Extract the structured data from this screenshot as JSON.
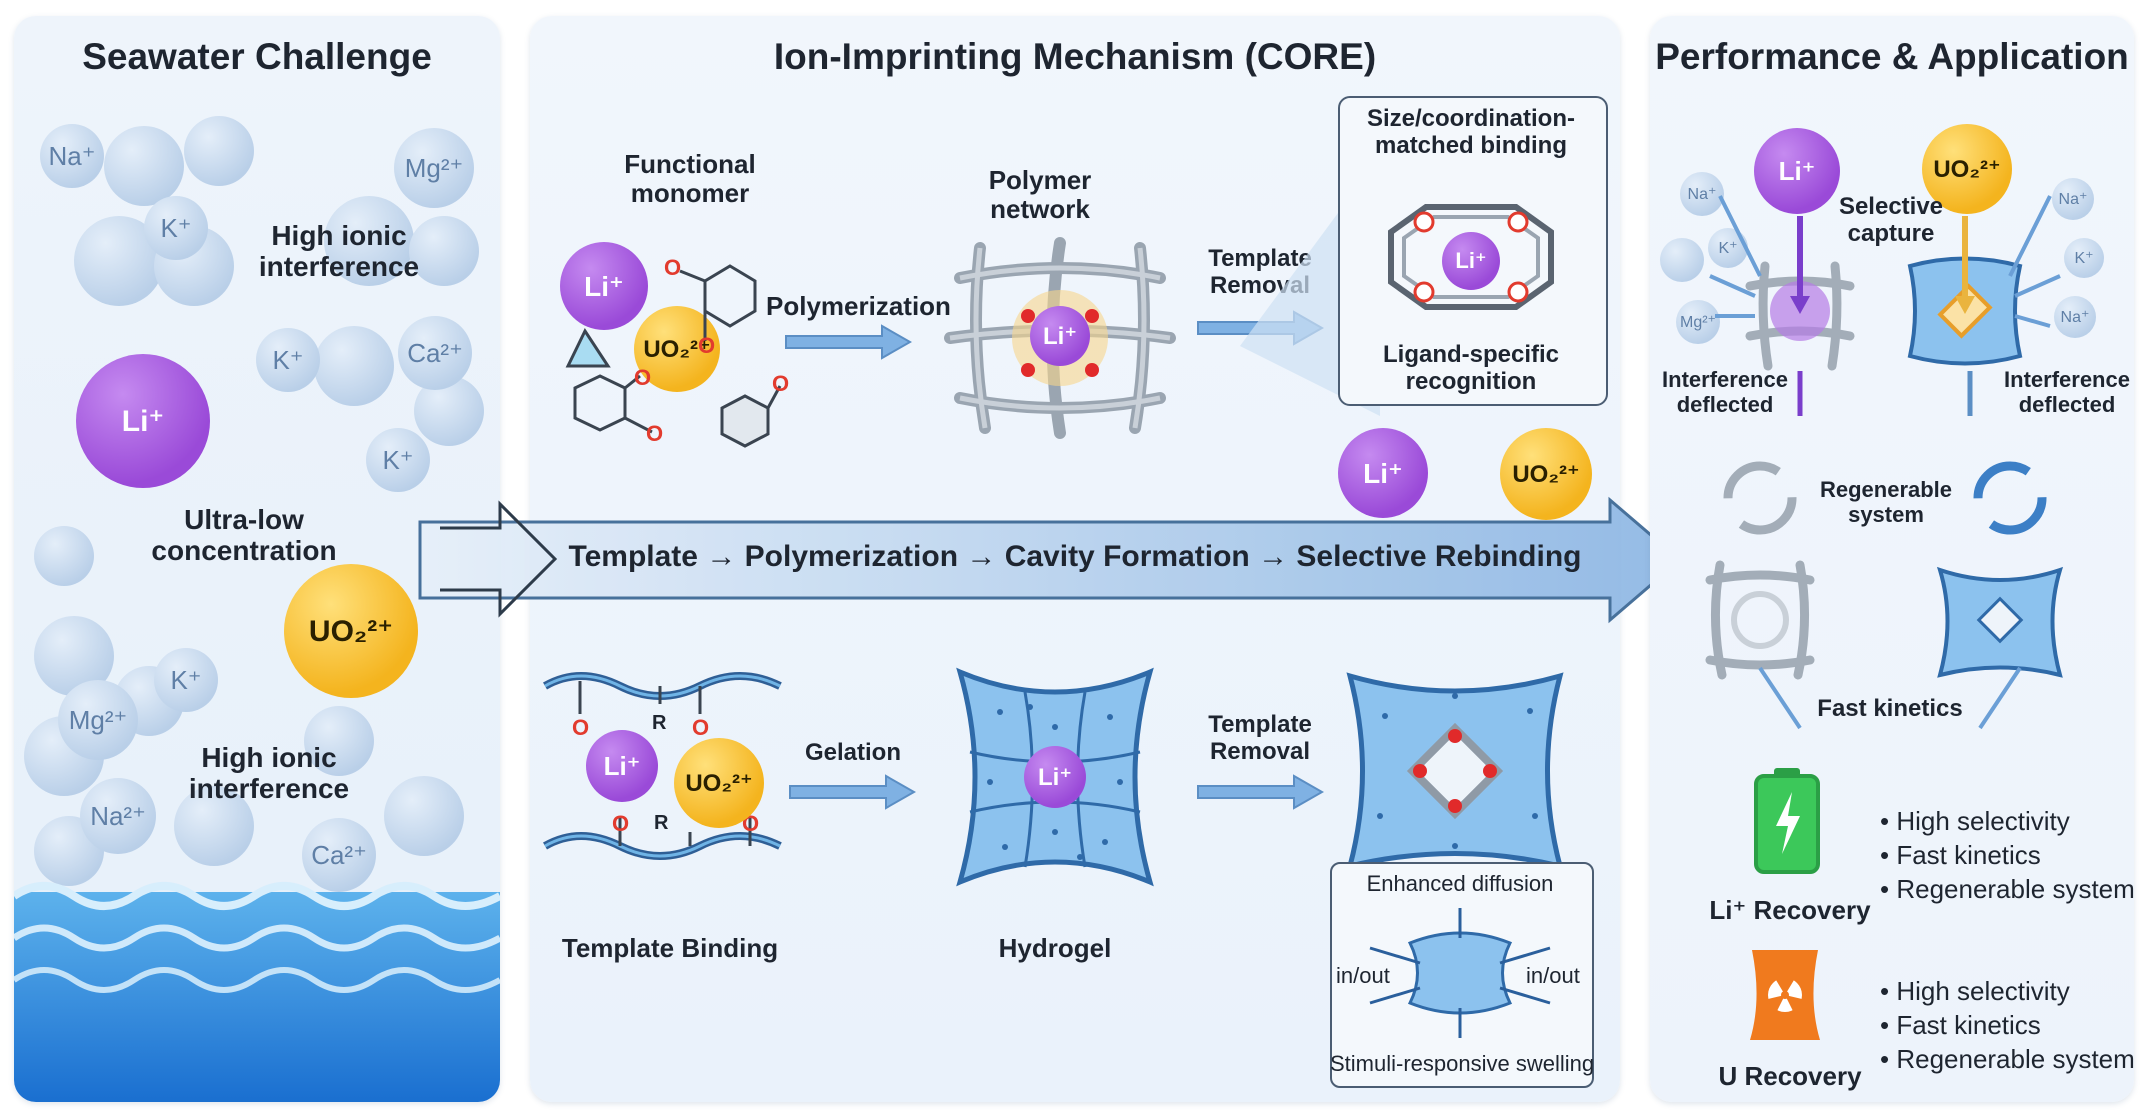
{
  "panels": {
    "seawater": {
      "title": "Seawater Challenge",
      "interference_top": "High ionic\ninterference",
      "interference_bottom": "High ionic\ninterference",
      "concentration": "Ultra-low\nconcentration",
      "ions_top": [
        "Na⁺",
        "K⁺",
        "Mg²⁺",
        "K⁺",
        "Ca²⁺",
        "K⁺"
      ],
      "ions_bottom": [
        "K⁺",
        "Mg²⁺",
        "Na²⁺",
        "Ca²⁺"
      ],
      "li": "Li⁺",
      "uo2": "UO₂²⁺"
    },
    "mechanism": {
      "title": "Ion-Imprinting Mechanism (CORE)",
      "functional_monomer": "Functional\nmonomer",
      "polymerization": "Polymerization",
      "polymer_network": "Polymer\nnetwork",
      "template_removal_top": "Template\nRemoval",
      "binding_box_title": "Size/coordination-\nmatched binding",
      "binding_box_caption": "Ligand-specific\nrecognition",
      "flow_text": "Template → Polymerization → Cavity Formation → Selective Rebinding",
      "gelation": "Gelation",
      "template_binding": "Template Binding",
      "hydrogel": "Hydrogel",
      "template_removal_bottom": "Template\nRemoval",
      "enhanced_diffusion": "Enhanced diffusion",
      "in_out_left": "in/out",
      "in_out_right": "in/out",
      "stimuli": "Stimuli-responsive swelling",
      "li": "Li⁺",
      "uo2": "UO₂²⁺",
      "oxygen": "O",
      "r_group": "R"
    },
    "performance": {
      "title": "Performance & Application",
      "selective_capture": "Selective\ncapture",
      "interference_left": "Interference\ndeflected",
      "interference_right": "Interference\ndeflected",
      "regenerable": "Regenerable\nsystem",
      "fast_kinetics": "Fast kinetics",
      "li_recovery": "Li⁺ Recovery",
      "u_recovery": "U Recovery",
      "li_benefits": [
        "• High selectivity",
        "• Fast kinetics",
        "• Regenerable system"
      ],
      "u_benefits": [
        "• High selectivity",
        "• Fast kinetics",
        "• Regenerable system"
      ],
      "small_ions_left": [
        "Na⁺",
        "K⁺",
        "Mg²⁺"
      ],
      "small_ions_right": [
        "Na⁺",
        "K⁺",
        "Na⁺"
      ],
      "li": "Li⁺",
      "uo2": "UO₂²⁺"
    }
  },
  "colors": {
    "li": "#a75ce0",
    "uo2": "#f6be2c",
    "arrow": "#6b9fd6",
    "hydrogel": "#6fb0e8",
    "battery": "#3cc85a",
    "reactor": "#f07a1e"
  }
}
